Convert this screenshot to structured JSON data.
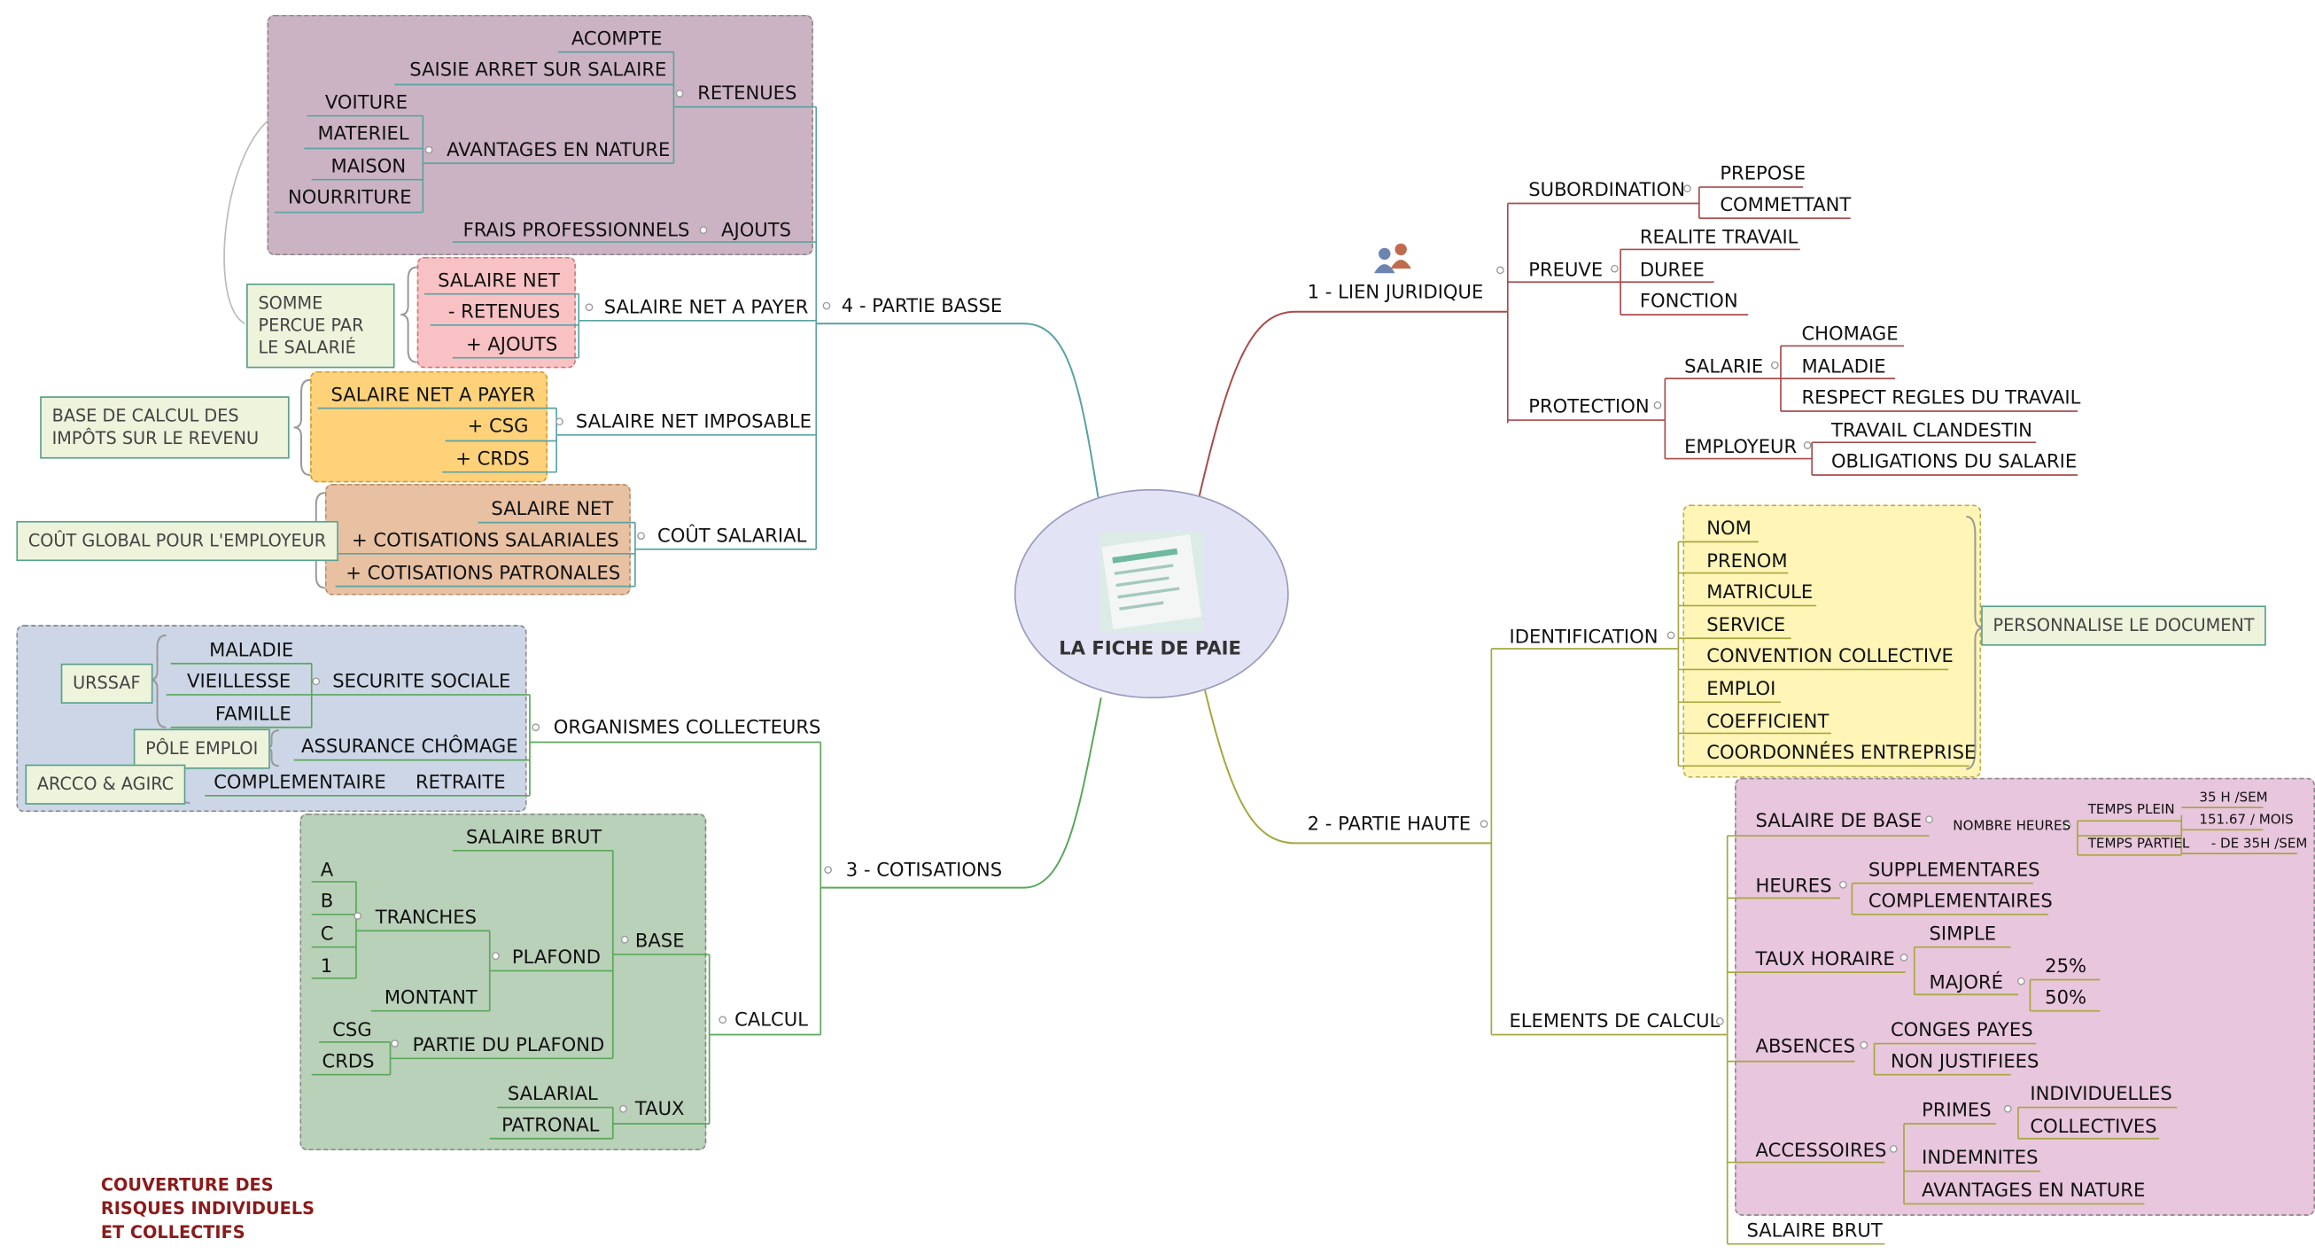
{
  "title": "LA FICHE DE PAIE",
  "colors": {
    "lien": "#a94b4b",
    "haute": "#a6a740",
    "cotisations": "#5aa85a",
    "basse": "#5aa3a3",
    "center": "#e3e3f6"
  },
  "branches": {
    "lien_juridique": {
      "label": "1 - LIEN JURIDIQUE",
      "subordination": {
        "label": "SUBORDINATION",
        "items": [
          "PREPOSE",
          "COMMETTANT"
        ]
      },
      "preuve": {
        "label": "PREUVE",
        "items": [
          "REALITE TRAVAIL",
          "DUREE",
          "FONCTION"
        ]
      },
      "protection": {
        "label": "PROTECTION",
        "salarie": {
          "label": "SALARIE",
          "items": [
            "CHOMAGE",
            "MALADIE",
            "RESPECT REGLES DU TRAVAIL"
          ]
        },
        "employeur": {
          "label": "EMPLOYEUR",
          "items": [
            "TRAVAIL CLANDESTIN",
            "OBLIGATIONS DU SALARIE"
          ]
        }
      }
    },
    "partie_haute": {
      "label": "2 - PARTIE HAUTE",
      "identification": {
        "label": "IDENTIFICATION",
        "items": [
          "NOM",
          "PRENOM",
          "MATRICULE",
          "SERVICE",
          "CONVENTION COLLECTIVE",
          "EMPLOI",
          "COEFFICIENT",
          "COORDONNÉES ENTREPRISE"
        ],
        "note": "PERSONNALISE LE DOCUMENT"
      },
      "elements": {
        "label": "ELEMENTS DE CALCUL",
        "salaire_base": {
          "label": "SALAIRE DE BASE",
          "nombre_heures": "NOMBRE HEURES",
          "temps_plein": "TEMPS PLEIN",
          "temps_partiel": "TEMPS PARTIEL",
          "v1": "35 H /SEM",
          "v2": "151.67 / MOIS",
          "v3": "- DE 35H /SEM"
        },
        "heures": {
          "label": "HEURES",
          "items": [
            "SUPPLEMENTARES",
            "COMPLEMENTAIRES"
          ]
        },
        "taux_horaire": {
          "label": "TAUX HORAIRE",
          "simple": "SIMPLE",
          "majore": "MAJORÉ",
          "items": [
            "25%",
            "50%"
          ]
        },
        "absences": {
          "label": "ABSENCES",
          "items": [
            "CONGES PAYES",
            "NON JUSTIFIEES"
          ]
        },
        "accessoires": {
          "label": "ACCESSOIRES",
          "primes": "PRIMES",
          "primes_items": [
            "INDIVIDUELLES",
            "COLLECTIVES"
          ],
          "items": [
            "INDEMNITES",
            "AVANTAGES EN NATURE"
          ]
        },
        "salaire_brut": "SALAIRE BRUT"
      }
    },
    "cotisations": {
      "label": "3 - COTISATIONS",
      "organismes": {
        "label": "ORGANISMES COLLECTEURS",
        "securite_sociale": {
          "label": "SECURITE SOCIALE",
          "items": [
            "MALADIE",
            "VIEILLESSE",
            "FAMILLE"
          ],
          "note": "URSSAF"
        },
        "assurance_chomage": {
          "label": "ASSURANCE CHÔMAGE",
          "note": "PÔLE EMPLOI"
        },
        "retraite": {
          "label": "RETRAITE",
          "complementaire": "COMPLEMENTAIRE",
          "note": "ARCCO & AGIRC"
        }
      },
      "calcul": {
        "label": "CALCUL",
        "base": {
          "label": "BASE",
          "salaire_brut": "SALAIRE BRUT",
          "plafond": "PLAFOND",
          "tranches": "TRANCHES",
          "tranches_items": [
            "A",
            "B",
            "C",
            "1"
          ],
          "montant": "MONTANT",
          "partie_plafond": "PARTIE DU PLAFOND",
          "partie_items": [
            "CSG",
            "CRDS"
          ]
        },
        "taux": {
          "label": "TAUX",
          "items": [
            "SALARIAL",
            "PATRONAL"
          ]
        }
      }
    },
    "partie_basse": {
      "label": "4 - PARTIE BASSE",
      "retenues": {
        "label": "RETENUES",
        "acompte": "ACOMPTE",
        "saisie": "SAISIE ARRET SUR SALAIRE",
        "avantages": "AVANTAGES EN NATURE",
        "avantages_items": [
          "VOITURE",
          "MATERIEL",
          "MAISON",
          "NOURRITURE"
        ]
      },
      "ajouts": {
        "label": "AJOUTS",
        "frais": "FRAIS PROFESSIONNELS"
      },
      "net_a_payer": {
        "label": "SALAIRE NET A PAYER",
        "items": [
          "SALAIRE NET",
          "- RETENUES",
          "+ AJOUTS"
        ],
        "note": "SOMME PERCUE PAR LE SALARIÉ"
      },
      "net_imposable": {
        "label": "SALAIRE NET IMPOSABLE",
        "items": [
          "SALAIRE NET A PAYER",
          "+ CSG",
          "+ CRDS"
        ],
        "note": "BASE DE CALCUL DES IMPÔTS SUR LE REVENU"
      },
      "cout": {
        "label": "COÛT SALARIAL",
        "items": [
          "SALAIRE NET",
          "+ COTISATIONS SALARIALES",
          "+ COTISATIONS PATRONALES"
        ],
        "note": "COÛT GLOBAL POUR L'EMPLOYEUR"
      }
    }
  },
  "footer": "COUVERTURE DES RISQUES INDIVIDUELS ET COLLECTIFS"
}
